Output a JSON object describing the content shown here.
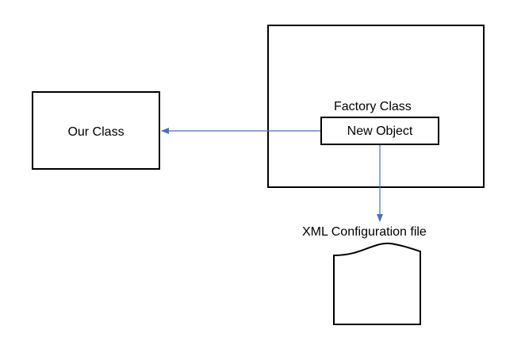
{
  "nodes": {
    "our_class": "Our Class",
    "factory_class": "Factory Class",
    "new_object": "New Object",
    "xml_config": "XML Configuration file"
  },
  "colors": {
    "arrow": "#4472c4",
    "stroke": "#000000",
    "background": "#ffffff"
  }
}
